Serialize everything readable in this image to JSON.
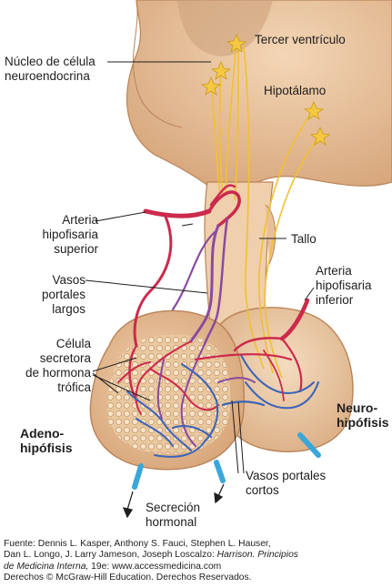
{
  "labels": {
    "nucleo": [
      "Núcleo de célula",
      "neuroendocrina"
    ],
    "tercer": "Tercer ventrículo",
    "hipotalamo": "Hipotálamo",
    "arteria_sup": [
      "Arteria",
      "hipofisaria",
      "superior"
    ],
    "tallo": "Tallo",
    "vasos_largos": [
      "Vasos",
      "portales",
      "largos"
    ],
    "arteria_inf": [
      "Arteria",
      "hipofisaria",
      "inferior"
    ],
    "celula": [
      "Célula",
      "secretora",
      "de hormona",
      "trófica"
    ],
    "adeno": [
      "Adeno-",
      "hipófisis"
    ],
    "neuro": [
      "Neuro-",
      "hipófisis"
    ],
    "vasos_cortos": [
      "Vasos portales",
      "cortos"
    ],
    "secrecion": [
      "Secreción",
      "hormonal"
    ]
  },
  "credit": {
    "line1": "Fuente: Dennis L. Kasper, Anthony S. Fauci, Stephen L. Hauser,",
    "line2_prefix": "Dan L. Longo, J. Larry Jameson, Joseph Loscalzo: ",
    "line2_italic": "Harrison. Principios",
    "line3_italic": "de Medicina Interna,",
    "line3_rest": " 19e: www.accessmedicina.com",
    "line4": "Derechos © McGraw-Hill Education. Derechos Reservados."
  },
  "colors": {
    "tissue": "#e3b88e",
    "tissue_light": "#f2d7b9",
    "tissue_dark": "#c7936a",
    "artery": "#cc2a4c",
    "vein": "#3b64b8",
    "portal": "#8a4aa0",
    "axon": "#f2c030"
  }
}
